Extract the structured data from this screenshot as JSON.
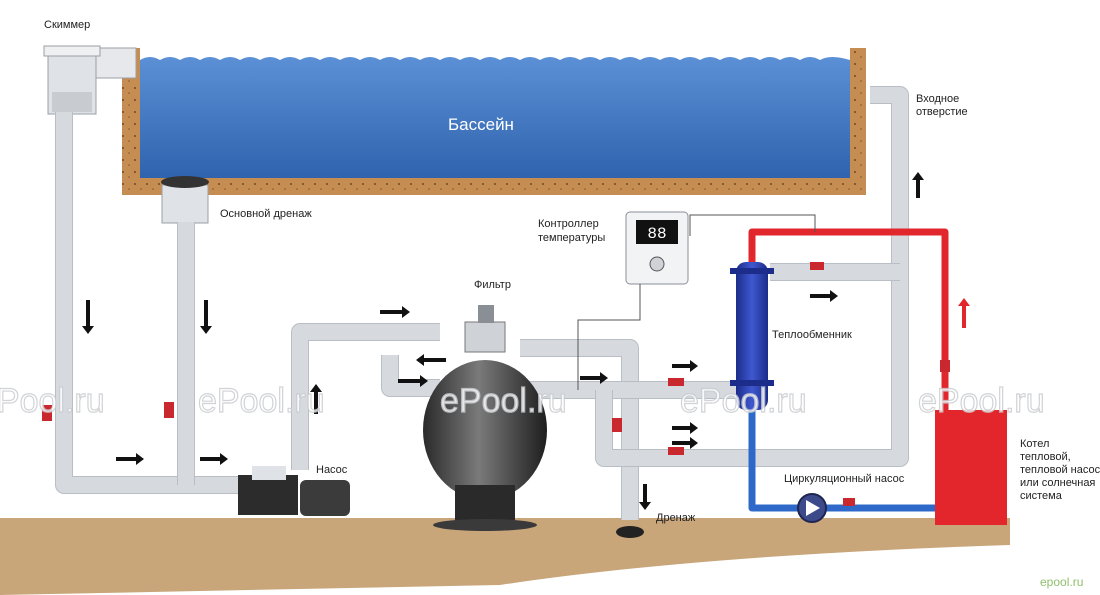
{
  "labels": {
    "skimmer": "Скиммер",
    "pool": "Бассейн",
    "main_drain": "Основной дренаж",
    "inlet_line1": "Входное",
    "inlet_line2": "отверстие",
    "controller_line1": "Контроллер",
    "controller_line2": "температуры",
    "filter": "Фильтр",
    "heat_exchanger": "Теплообменник",
    "pump": "Насос",
    "drain": "Дренаж",
    "circulation_pump": "Циркуляционный насос",
    "boiler_line1": "Котел",
    "boiler_line2": "тепловой,",
    "boiler_line3": "тепловой насос",
    "boiler_line4": "или солнечная",
    "boiler_line5": "система"
  },
  "controller_display": "88",
  "watermark": "ePool.ru",
  "corner_watermark": "epool.ru",
  "colors": {
    "water": "#3f78c4",
    "hot_line": "#e2272c",
    "cold_line": "#2e68c9",
    "boiler": "#e3262b",
    "heat_exchanger": "#2a3fa8",
    "ground": "#c9a57a",
    "pool_wall": "#c58d51"
  }
}
